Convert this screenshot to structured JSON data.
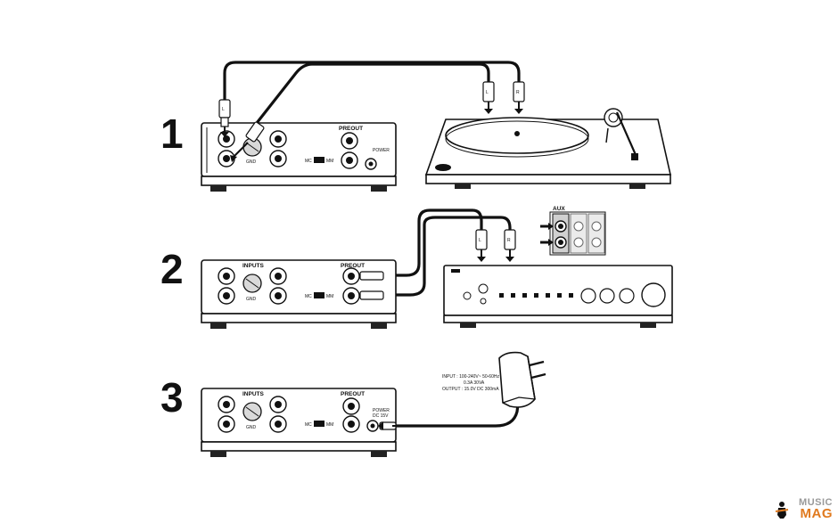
{
  "steps": [
    "1",
    "2",
    "3"
  ],
  "preamp": {
    "inputs_label": "INPUTS",
    "preout_label": "PREOUT",
    "gnd_label": "GND",
    "channel_l": "L",
    "channel_r": "R",
    "switch_left": "MC",
    "switch_right": "MM",
    "power_label": "POWER",
    "power_spec": "DC 15V"
  },
  "plug_labels": {
    "left": "L",
    "right": "R"
  },
  "amplifier": {
    "aux_label": "AUX"
  },
  "adapter": {
    "input_spec": "INPUT    : 100-240V~ 50-60Hz",
    "input_current": "0.3A  30VA",
    "output_spec": "OUTPUT : 15.0V DC 300mA"
  },
  "watermark": {
    "line1": "MUSIC",
    "line2": "MAG"
  }
}
